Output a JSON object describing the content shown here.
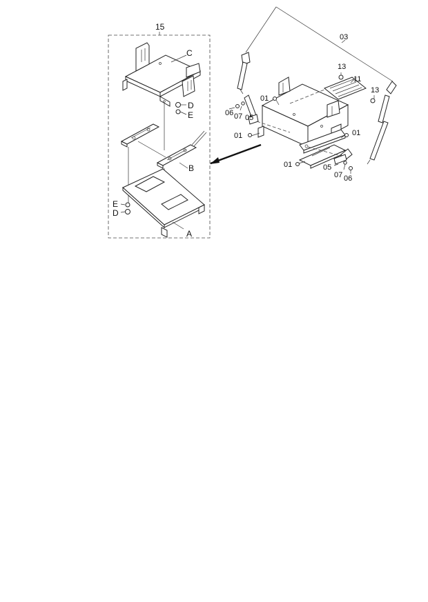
{
  "labels": {
    "assembly": "15",
    "part_a": "A",
    "part_b": "B",
    "part_c": "C",
    "part_d_top": "D",
    "part_d_bottom": "D",
    "part_e_top": "E",
    "part_e_bottom": "E",
    "rod": "03",
    "cover": "11",
    "bolt13_left": "13",
    "bolt13_right": "13",
    "bolt01_a": "01",
    "bolt01_b": "01",
    "bolt01_c": "01",
    "bolt01_d": "01",
    "screw06_left": "06",
    "screw06_right": "06",
    "washer07_left": "07",
    "washer07_right": "07",
    "bracket05_left": "05",
    "bracket05_right": "05"
  }
}
